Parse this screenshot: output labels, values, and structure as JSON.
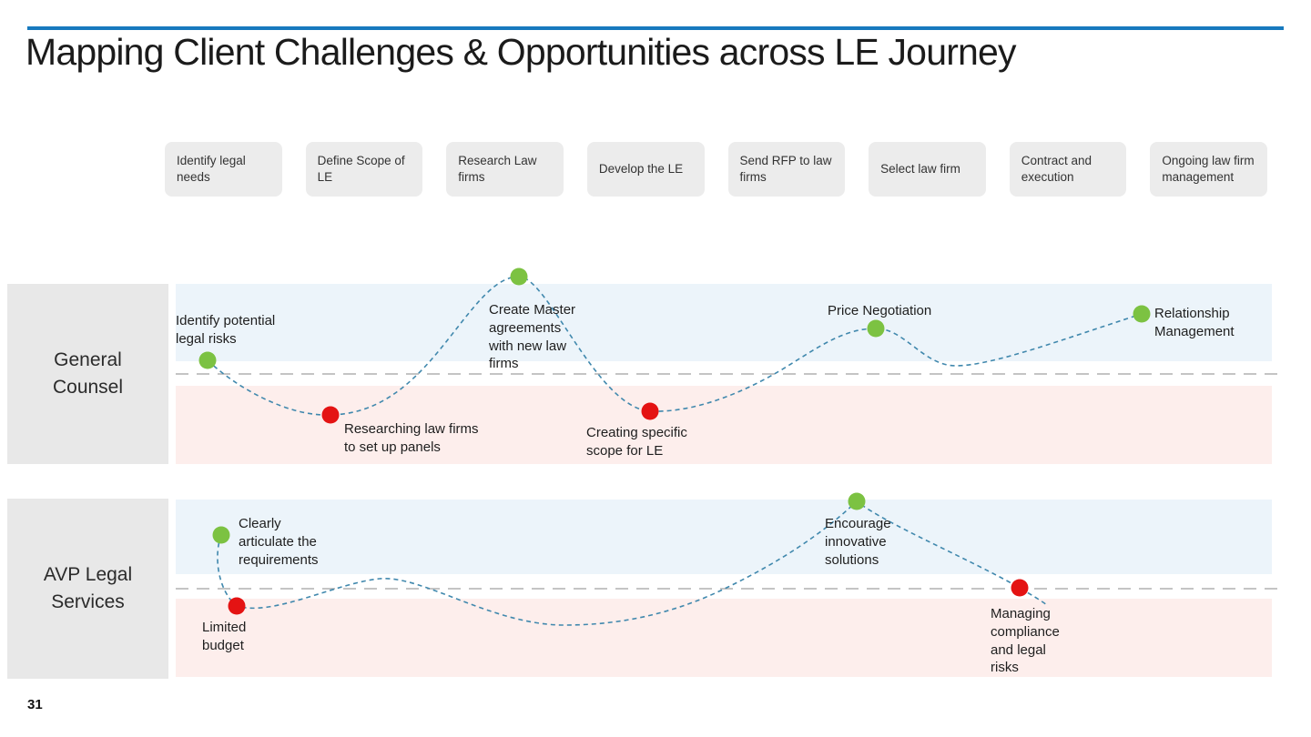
{
  "title": "Mapping Client Challenges & Opportunities across LE Journey",
  "page_number": "31",
  "journey_stages": [
    "Identify legal needs",
    "Define Scope of LE",
    "Research Law firms",
    "Develop the LE",
    "Send RFP to law firms",
    "Select law firm",
    "Contract and execution",
    "Ongoing law firm management"
  ],
  "lanes": [
    {
      "label": "General\nCounsel",
      "points": [
        {
          "kind": "opportunity",
          "label": "Identify potential\nlegal risks"
        },
        {
          "kind": "challenge",
          "label": "Researching law firms\nto set up panels"
        },
        {
          "kind": "opportunity",
          "label": "Create Master\nagreements\nwith new law\nfirms"
        },
        {
          "kind": "challenge",
          "label": "Creating specific\nscope for LE"
        },
        {
          "kind": "opportunity",
          "label": "Price Negotiation"
        },
        {
          "kind": "opportunity",
          "label": "Relationship\nManagement"
        }
      ]
    },
    {
      "label": "AVP Legal\nServices",
      "points": [
        {
          "kind": "opportunity",
          "label": "Clearly\narticulate the\nrequirements"
        },
        {
          "kind": "challenge",
          "label": "Limited\nbudget"
        },
        {
          "kind": "opportunity",
          "label": "Encourage\ninnovative\nsolutions"
        },
        {
          "kind": "challenge",
          "label": "Managing\ncompliance\nand legal\nrisks"
        }
      ]
    }
  ],
  "colors": {
    "accent": "#1779be",
    "opp-dot": "#7cc242",
    "chal-dot": "#e41313",
    "opp-band": "#ecf4fa",
    "chal-band": "#fdeeec",
    "curve": "#4088ad",
    "separator": "#b0b0b0",
    "stage-bg": "#ececec",
    "lane-label-bg": "#e8e8e8"
  }
}
